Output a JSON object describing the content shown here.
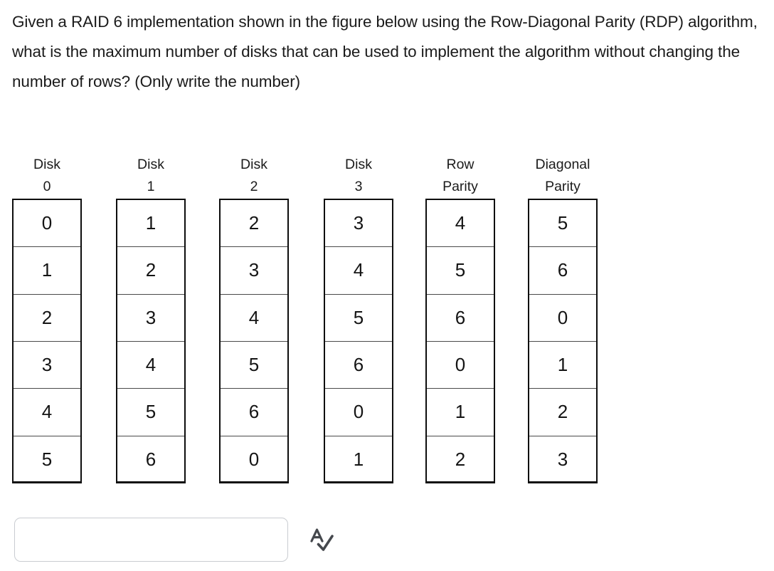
{
  "question": {
    "text": "Given a RAID 6 implementation shown in the figure below using the Row-Diagonal Parity (RDP) algorithm, what is the maximum number of disks that can be used to implement the algorithm without changing the number of rows? (Only write the number)"
  },
  "figure": {
    "columns": [
      {
        "header": "Disk\n0",
        "cells": [
          "0",
          "1",
          "2",
          "3",
          "4",
          "5"
        ]
      },
      {
        "header": "Disk\n1",
        "cells": [
          "1",
          "2",
          "3",
          "4",
          "5",
          "6"
        ]
      },
      {
        "header": "Disk\n2",
        "cells": [
          "2",
          "3",
          "4",
          "5",
          "6",
          "0"
        ]
      },
      {
        "header": "Disk\n3",
        "cells": [
          "3",
          "4",
          "5",
          "6",
          "0",
          "1"
        ]
      },
      {
        "header": "Row\nParity",
        "cells": [
          "4",
          "5",
          "6",
          "0",
          "1",
          "2"
        ]
      },
      {
        "header": "Diagonal\nParity",
        "cells": [
          "5",
          "6",
          "0",
          "1",
          "2",
          "3"
        ]
      }
    ],
    "row_count": 6,
    "column_count": 6
  },
  "answer": {
    "value": "",
    "placeholder": "",
    "spellcheck_icon": "spellcheck-icon"
  },
  "colors": {
    "text": "#1b1b1b",
    "cell_border": "#0d0d0d",
    "input_border": "#c9ccd1",
    "icon": "#45484d",
    "background": "#ffffff"
  }
}
